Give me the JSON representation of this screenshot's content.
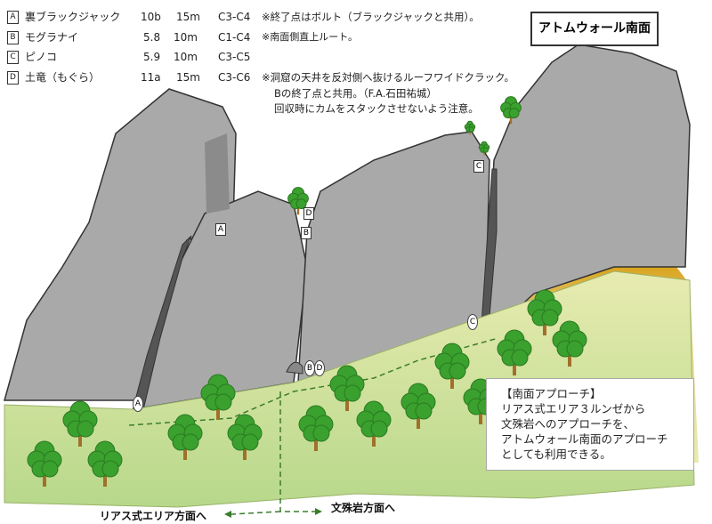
{
  "title": "アトムウォール南面",
  "routes": [
    {
      "letter": "A",
      "name": "裏ブラックジャック",
      "grade": "10b",
      "length": "15m",
      "gear": "C3-C4",
      "note": "※終了点はボルト（ブラックジャックと共用）。"
    },
    {
      "letter": "B",
      "name": "モグラナイ",
      "grade": "5.8",
      "length": "10m",
      "gear": "C1-C4",
      "note": "※南面側直上ルート。"
    },
    {
      "letter": "C",
      "name": "ピノコ",
      "grade": "5.9",
      "length": "10m",
      "gear": "C3-C5",
      "note": ""
    },
    {
      "letter": "D",
      "name": "土竜（もぐら）",
      "grade": "11a",
      "length": "15m",
      "gear": "C3-C6",
      "note": "※洞窟の天井を反対側へ抜けるルーフワイドクラック。"
    }
  ],
  "route_d_extra": [
    "Bの終了点と共用。（F.A.石田祐城）",
    "回収時にカムをスタックさせないよう注意。"
  ],
  "approach": {
    "heading": "【南面アプローチ】",
    "lines": [
      "リアス式エリア３ルンゼから",
      "文殊岩へのアプローチを、",
      "アトムウォール南面のアプローチ",
      "としても利用できる。"
    ]
  },
  "directions": {
    "left": "リアス式エリア方面へ",
    "right": "文殊岩方面へ"
  },
  "markers": {
    "A": "A",
    "B": "B",
    "C": "C",
    "D": "D"
  },
  "colors": {
    "rock": "#a9a9a9",
    "grass": "#d9e6a0",
    "tree": "#3aa02e",
    "arrow": "#3b7d2b"
  }
}
